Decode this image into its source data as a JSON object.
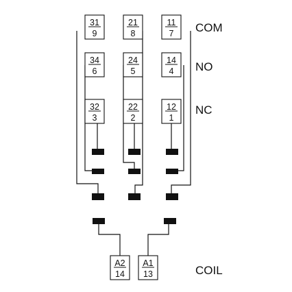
{
  "row_labels": {
    "com": "COM",
    "no": "NO",
    "nc": "NC",
    "coil": "COIL"
  },
  "terminals": {
    "c1_com": {
      "top": "31",
      "bottom": "9"
    },
    "c2_com": {
      "top": "21",
      "bottom": "8"
    },
    "c3_com": {
      "top": "11",
      "bottom": "7"
    },
    "c1_no": {
      "top": "34",
      "bottom": "6"
    },
    "c2_no": {
      "top": "24",
      "bottom": "5"
    },
    "c3_no": {
      "top": "14",
      "bottom": "4"
    },
    "c1_nc": {
      "top": "32",
      "bottom": "3"
    },
    "c2_nc": {
      "top": "22",
      "bottom": "2"
    },
    "c3_nc": {
      "top": "12",
      "bottom": "1"
    },
    "coil_a2": {
      "top": "A2",
      "bottom": "14"
    },
    "coil_a1": {
      "top": "A1",
      "bottom": "13"
    }
  },
  "colors": {
    "line": "#111111",
    "background": "#ffffff"
  }
}
